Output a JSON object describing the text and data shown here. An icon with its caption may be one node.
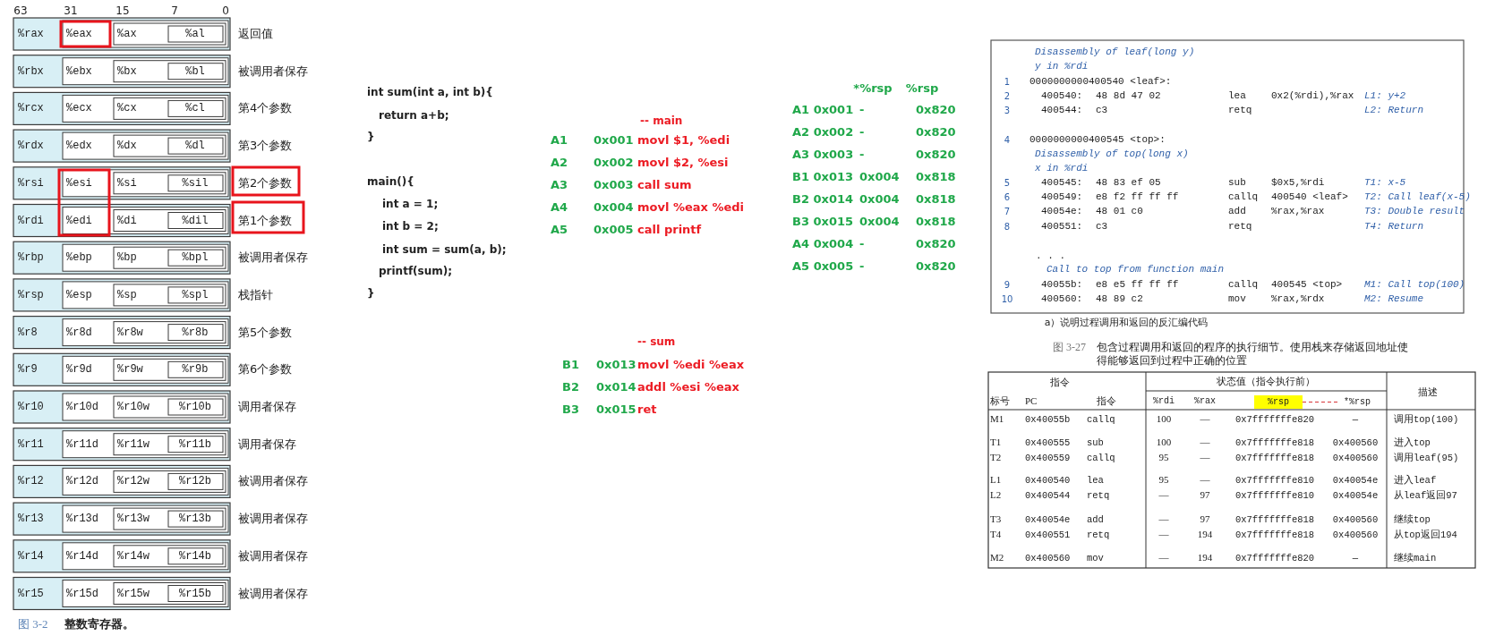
{
  "diagram": {
    "nodes": [
      {
        "text": [
          "%rsp"
        ]
      },
      {
        "text": [
          "*%rsp"
        ]
      }
    ],
    "edges": [
      {
        "from": 0,
        "to": 1,
        "arrow": "none",
        "style": "dashed",
        "color": "#d9363a"
      }
    ],
    "labels": [
      "63",
      "31",
      "15",
      "7",
      "0",
      "%rax",
      "%eax",
      "%ax",
      "%al",
      "返回值",
      "%rbx",
      "%ebx",
      "%bx",
      "%bl",
      "被调用者保存",
      "%rcx",
      "%ecx",
      "%cx",
      "%cl",
      "第4个参数",
      "%rdx",
      "%edx",
      "%dx",
      "%dl",
      "第3个参数",
      "%rsi",
      "%esi",
      "%si",
      "%sil",
      "第2个参数",
      "%rdi",
      "%edi",
      "%di",
      "%dil",
      "第1个参数",
      "%rbp",
      "%ebp",
      "%bp",
      "%bpl",
      "被调用者保存",
      "%rsp",
      "%esp",
      "%sp",
      "%spl",
      "栈指针",
      "%r8",
      "%r8d",
      "%r8w",
      "%r8b",
      "第5个参数",
      "%r9",
      "%r9d",
      "%r9w",
      "%r9b",
      "第6个参数",
      "%r10",
      "%r10d",
      "%r10w",
      "%r10b",
      "调用者保存",
      "%r11",
      "%r11d",
      "%r11w",
      "%r11b",
      "调用者保存",
      "%r12",
      "%r12d",
      "%r12w",
      "%r12b",
      "被调用者保存",
      "%r13",
      "%r13d",
      "%r13w",
      "%r13b",
      "被调用者保存",
      "%r14",
      "%r14d",
      "%r14w",
      "%r14b",
      "被调用者保存",
      "%r15",
      "%r15d",
      "%r15w",
      "%r15b",
      "被调用者保存",
      "图 3-2",
      "整数寄存器。",
      "int sum(int a, int b){",
      "return a+b;",
      "}",
      "main(){",
      "int a = 1;",
      "int b = 2;",
      "int sum = sum(a, b);",
      "printf(sum);",
      "}",
      "-- main",
      "A1",
      "0x001",
      "movl $1, %edi",
      "A2",
      "0x002",
      "movl $2, %esi",
      "A3",
      "0x003",
      "call sum",
      "A4",
      "0x004",
      "movl %eax %edi",
      "A5",
      "0x005",
      "call printf",
      "-- sum",
      "B1",
      "0x013",
      "movl %edi %eax",
      "B2",
      "0x014",
      "addl %esi %eax",
      "B3",
      "0x015",
      "ret",
      "*%rsp",
      "%rsp",
      "A1 0x001",
      "-",
      "0x820",
      "A2 0x002",
      "-",
      "0x820",
      "A3 0x003",
      "-",
      "0x820",
      "B1 0x013",
      "0x004",
      "0x818",
      "B2 0x014",
      "0x004",
      "0x818",
      "B3 0x015",
      "0x004",
      "0x818",
      "A4 0x004",
      "-",
      "0x820",
      "A5 0x005",
      "-",
      "0x820",
      "Disassembly of leaf(long y)",
      "y in %rdi",
      "1",
      "0000000000400540 <leaf>:",
      "2",
      "400540:",
      "48 8d 47 02",
      "lea",
      "0x2(%rdi),%rax",
      "L1: y+2",
      "3",
      "400544:",
      "c3",
      "retq",
      "L2: Return",
      "4",
      "0000000000400545 <top>:",
      "Disassembly of top(long x)",
      "x in %rdi",
      "5",
      "400545:",
      "48 83 ef 05",
      "sub",
      "$0x5,%rdi",
      "T1: x-5",
      "6",
      "400549:",
      "e8 f2 ff ff ff",
      "callq",
      "400540 <leaf>",
      "T2: Call leaf(x-5)",
      "7",
      "40054e:",
      "48 01 c0",
      "add",
      "%rax,%rax",
      "T3: Double result",
      "8",
      "400551:",
      "c3",
      "retq",
      "T4: Return",
      ". . .",
      "Call to top from function main",
      "9",
      "40055b:",
      "e8 e5 ff ff ff",
      "callq",
      "400545 <top>",
      "M1: Call top(100)",
      "10",
      "400560:",
      "48 89 c2",
      "mov",
      "%rax,%rdx",
      "M2: Resume",
      "a）说明过程调用和返回的反汇编代码",
      "图 3-27",
      "包含过程调用和返回的程序的执行细节。使用栈来存储返回地址使得能够返回到过程中正确的位置",
      "指令",
      "状态值（指令执行前）",
      "描述",
      "标号",
      "PC",
      "指令",
      "%rdi",
      "%rax",
      "M1",
      "0x40055b",
      "callq",
      "100",
      "—",
      "0x7fffffffe820",
      "—",
      "调用top(100)",
      "T1",
      "0x400555",
      "sub",
      "100",
      "—",
      "0x7fffffffe818",
      "0x400560",
      "进入top",
      "T2",
      "0x400559",
      "callq",
      "95",
      "—",
      "0x7fffffffe818",
      "0x400560",
      "调用leaf(95)",
      "L1",
      "0x400540",
      "lea",
      "95",
      "—",
      "0x7fffffffe810",
      "0x40054e",
      "进入leaf",
      "L2",
      "0x400544",
      "retq",
      "—",
      "97",
      "0x7fffffffe810",
      "0x40054e",
      "从leaf返回97",
      "T3",
      "0x40054e",
      "add",
      "—",
      "97",
      "0x7fffffffe818",
      "0x400560",
      "继续top",
      "T4",
      "0x400551",
      "retq",
      "—",
      "194",
      "0x7fffffffe818",
      "0x400560",
      "从top返回194",
      "M2",
      "0x400560",
      "mov",
      "—",
      "194",
      "0x7fffffffe820",
      "—",
      "继续main"
    ]
  }
}
